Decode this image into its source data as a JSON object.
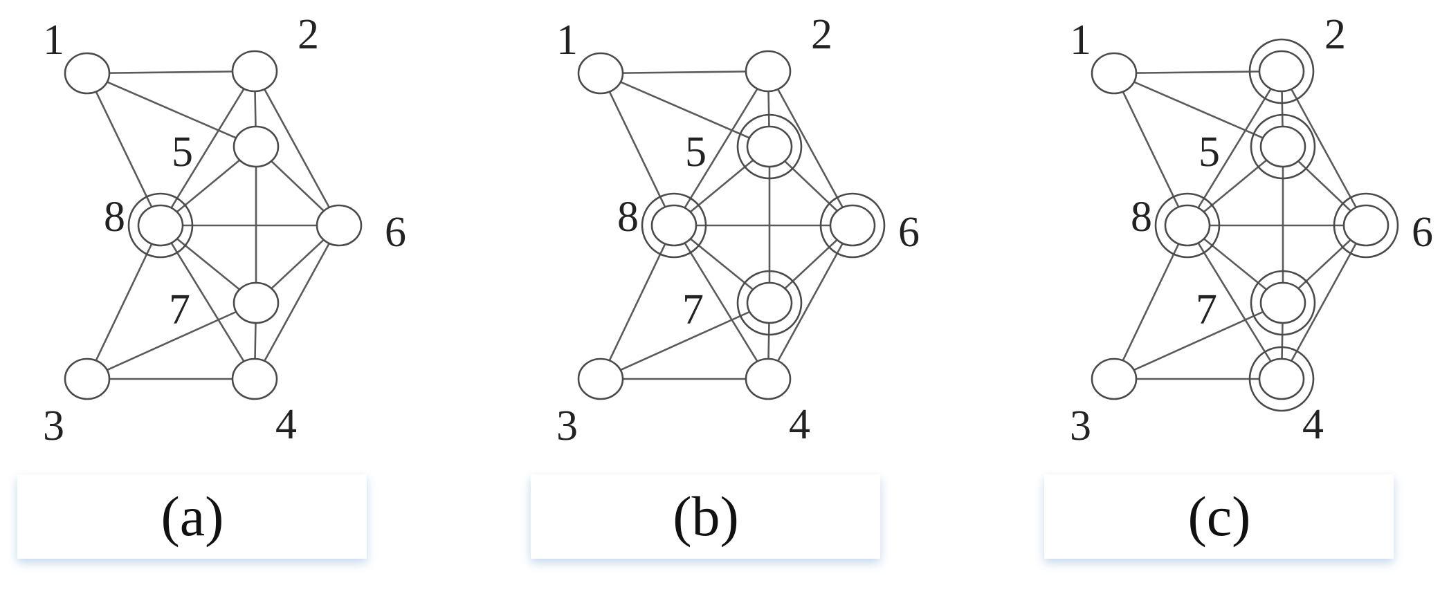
{
  "panels": [
    {
      "caption": "(a)",
      "labels": {
        "1": "1",
        "2": "2",
        "3": "3",
        "4": "4",
        "5": "5",
        "6": "6",
        "7": "7",
        "8": "8"
      },
      "highlighted_nodes": [
        "8"
      ]
    },
    {
      "caption": "(b)",
      "labels": {
        "1": "1",
        "2": "2",
        "3": "3",
        "4": "4",
        "5": "5",
        "6": "6",
        "7": "7",
        "8": "8"
      },
      "highlighted_nodes": [
        "5",
        "6",
        "7",
        "8"
      ]
    },
    {
      "caption": "(c)",
      "labels": {
        "1": "1",
        "2": "2",
        "3": "3",
        "4": "4",
        "5": "5",
        "6": "6",
        "7": "7",
        "8": "8"
      },
      "highlighted_nodes": [
        "2",
        "4",
        "5",
        "6",
        "7",
        "8"
      ]
    }
  ],
  "graph": {
    "nodes": [
      "1",
      "2",
      "3",
      "4",
      "5",
      "6",
      "7",
      "8"
    ],
    "edges": [
      [
        "1",
        "2"
      ],
      [
        "1",
        "8"
      ],
      [
        "1",
        "5"
      ],
      [
        "2",
        "5"
      ],
      [
        "2",
        "8"
      ],
      [
        "2",
        "6"
      ],
      [
        "5",
        "8"
      ],
      [
        "5",
        "6"
      ],
      [
        "5",
        "7"
      ],
      [
        "8",
        "6"
      ],
      [
        "8",
        "7"
      ],
      [
        "8",
        "4"
      ],
      [
        "8",
        "3"
      ],
      [
        "6",
        "7"
      ],
      [
        "6",
        "4"
      ],
      [
        "7",
        "3"
      ],
      [
        "7",
        "4"
      ],
      [
        "3",
        "4"
      ]
    ]
  },
  "colors": {
    "line": "#5a5a5a",
    "node_stroke": "#4a4a4a",
    "box_shadow": "#c9dbee"
  }
}
